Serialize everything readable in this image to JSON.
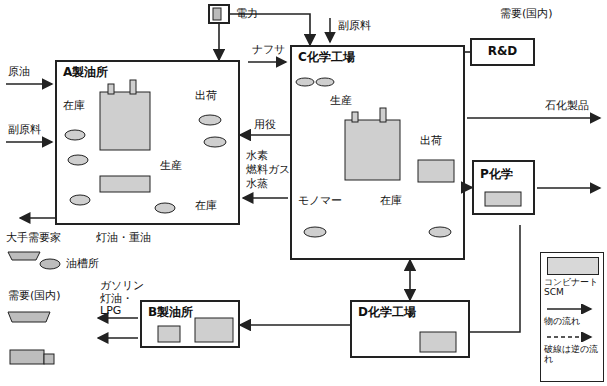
{
  "diagram": {
    "nodes": [
      {
        "text": [
          "電力"
        ]
      },
      {
        "text": [
          "A製油所",
          "在庫",
          "出荷",
          "生産",
          "在庫"
        ]
      },
      {
        "text": [
          "C化学工場",
          "生産",
          "出荷",
          "モノマー",
          "在庫"
        ]
      },
      {
        "text": [
          "R&D"
        ]
      },
      {
        "text": [
          "P化学"
        ]
      },
      {
        "text": [
          "B製油所"
        ]
      },
      {
        "text": [
          "D化学工場"
        ]
      }
    ],
    "edges": [
      {
        "from": 0,
        "to": 1,
        "arrow": "to"
      },
      {
        "from": 0,
        "to": 2,
        "arrow": "to"
      },
      {
        "from": 2,
        "to": 1,
        "label": "用役",
        "arrow": "to"
      },
      {
        "from": 2,
        "to": 3,
        "arrow": "none"
      },
      {
        "from": 2,
        "to": 4,
        "arrow": "to"
      },
      {
        "from": 2,
        "to": 6,
        "arrow": "both"
      },
      {
        "from": 6,
        "to": 5,
        "arrow": "to"
      }
    ],
    "labels": [
      "需要(国内)",
      "ナフサ",
      "副原料",
      "原油",
      "副原料",
      "水素",
      "燃料ガス",
      "水蒸",
      "石化製品",
      "大手需要家",
      "灯油・重油",
      "油槽所",
      "需要(国内)",
      "ガソリン 灯油・LPG"
    ],
    "legend": [
      {
        "text": "コンビナート SCM",
        "color": "#d8d8d8"
      },
      {
        "text": "物の流れ"
      },
      {
        "text": "破線は逆の流れ"
      }
    ]
  }
}
